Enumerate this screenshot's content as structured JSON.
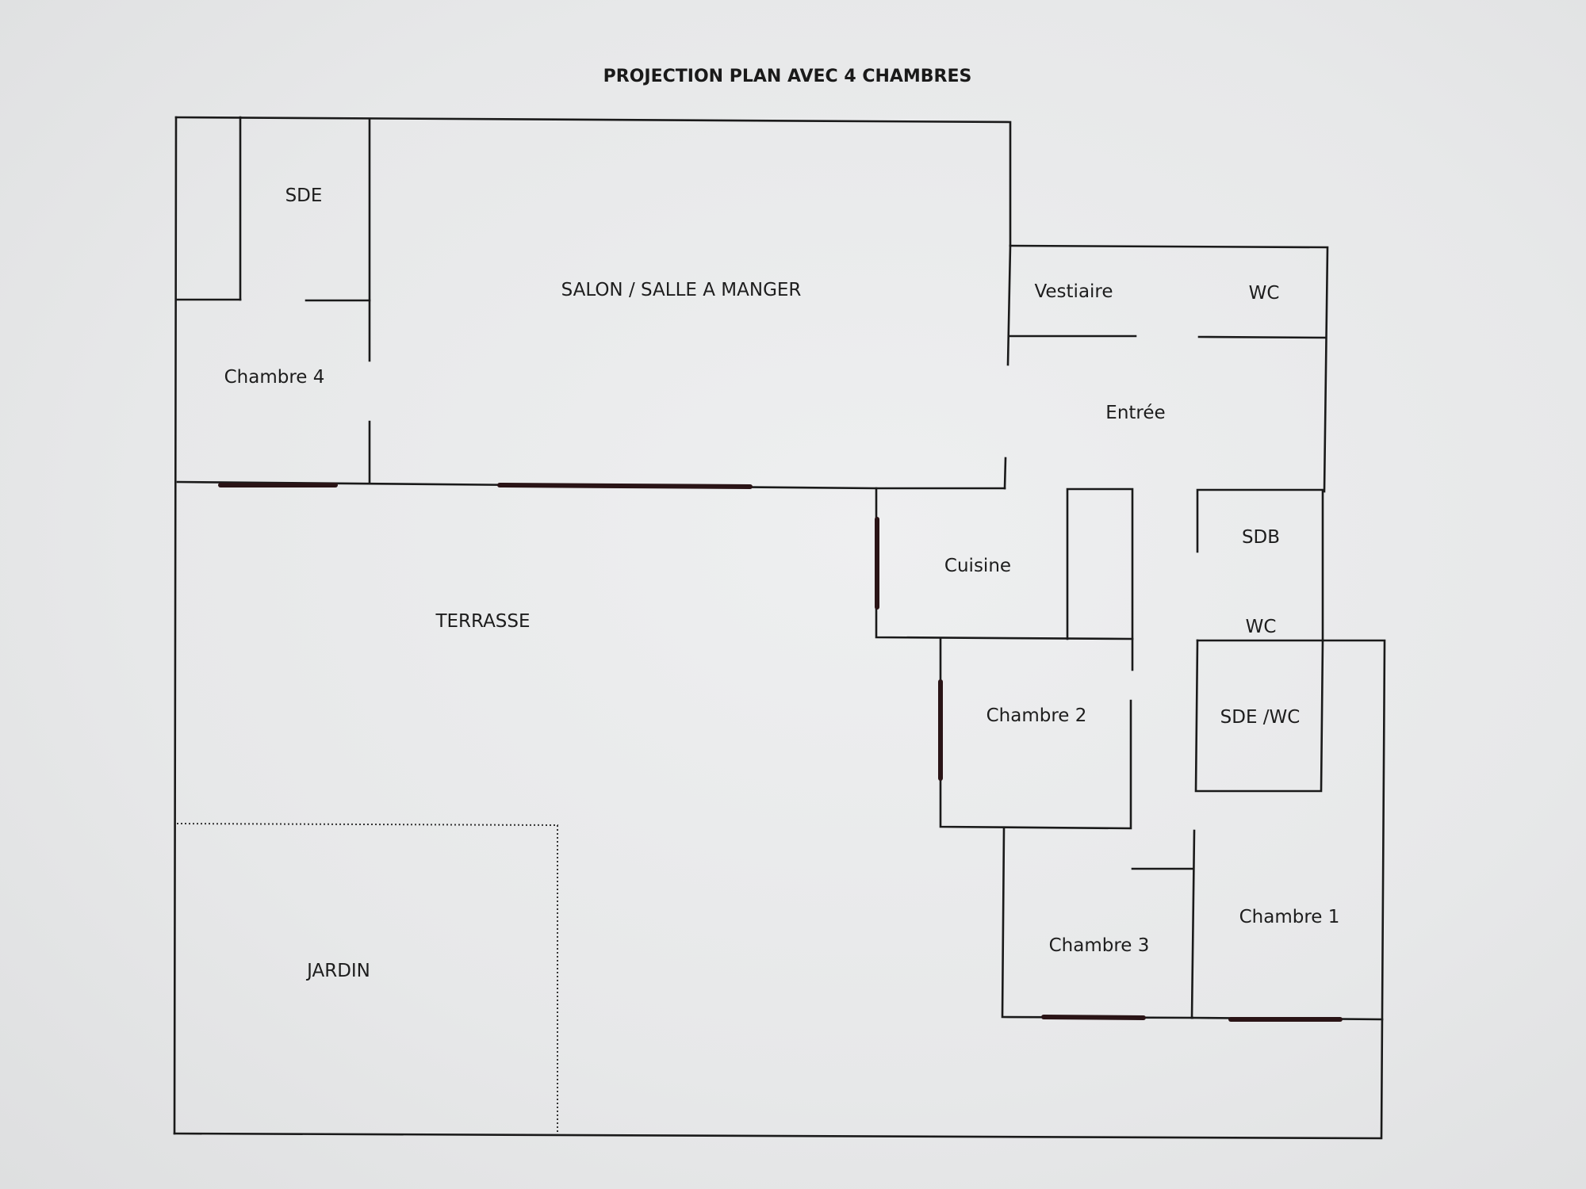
{
  "title": "PROJECTION PLAN AVEC 4 CHAMBRES",
  "rooms": {
    "sde_top": "SDE",
    "salon": "SALON / SALLE A MANGER",
    "vestiaire": "Vestiaire",
    "wc_top": "WC",
    "chambre4": "Chambre 4",
    "entree": "Entrée",
    "sdb": "SDB",
    "cuisine": "Cuisine",
    "terrasse": "TERRASSE",
    "wc_mid": "WC",
    "chambre2": "Chambre 2",
    "sde_wc": "SDE /WC",
    "chambre3": "Chambre 3",
    "chambre1": "Chambre 1",
    "jardin": "JARDIN"
  },
  "colors": {
    "paper": "#e9eaeb",
    "wall": "#1a1a1a",
    "window_marker": "#2a1416"
  }
}
